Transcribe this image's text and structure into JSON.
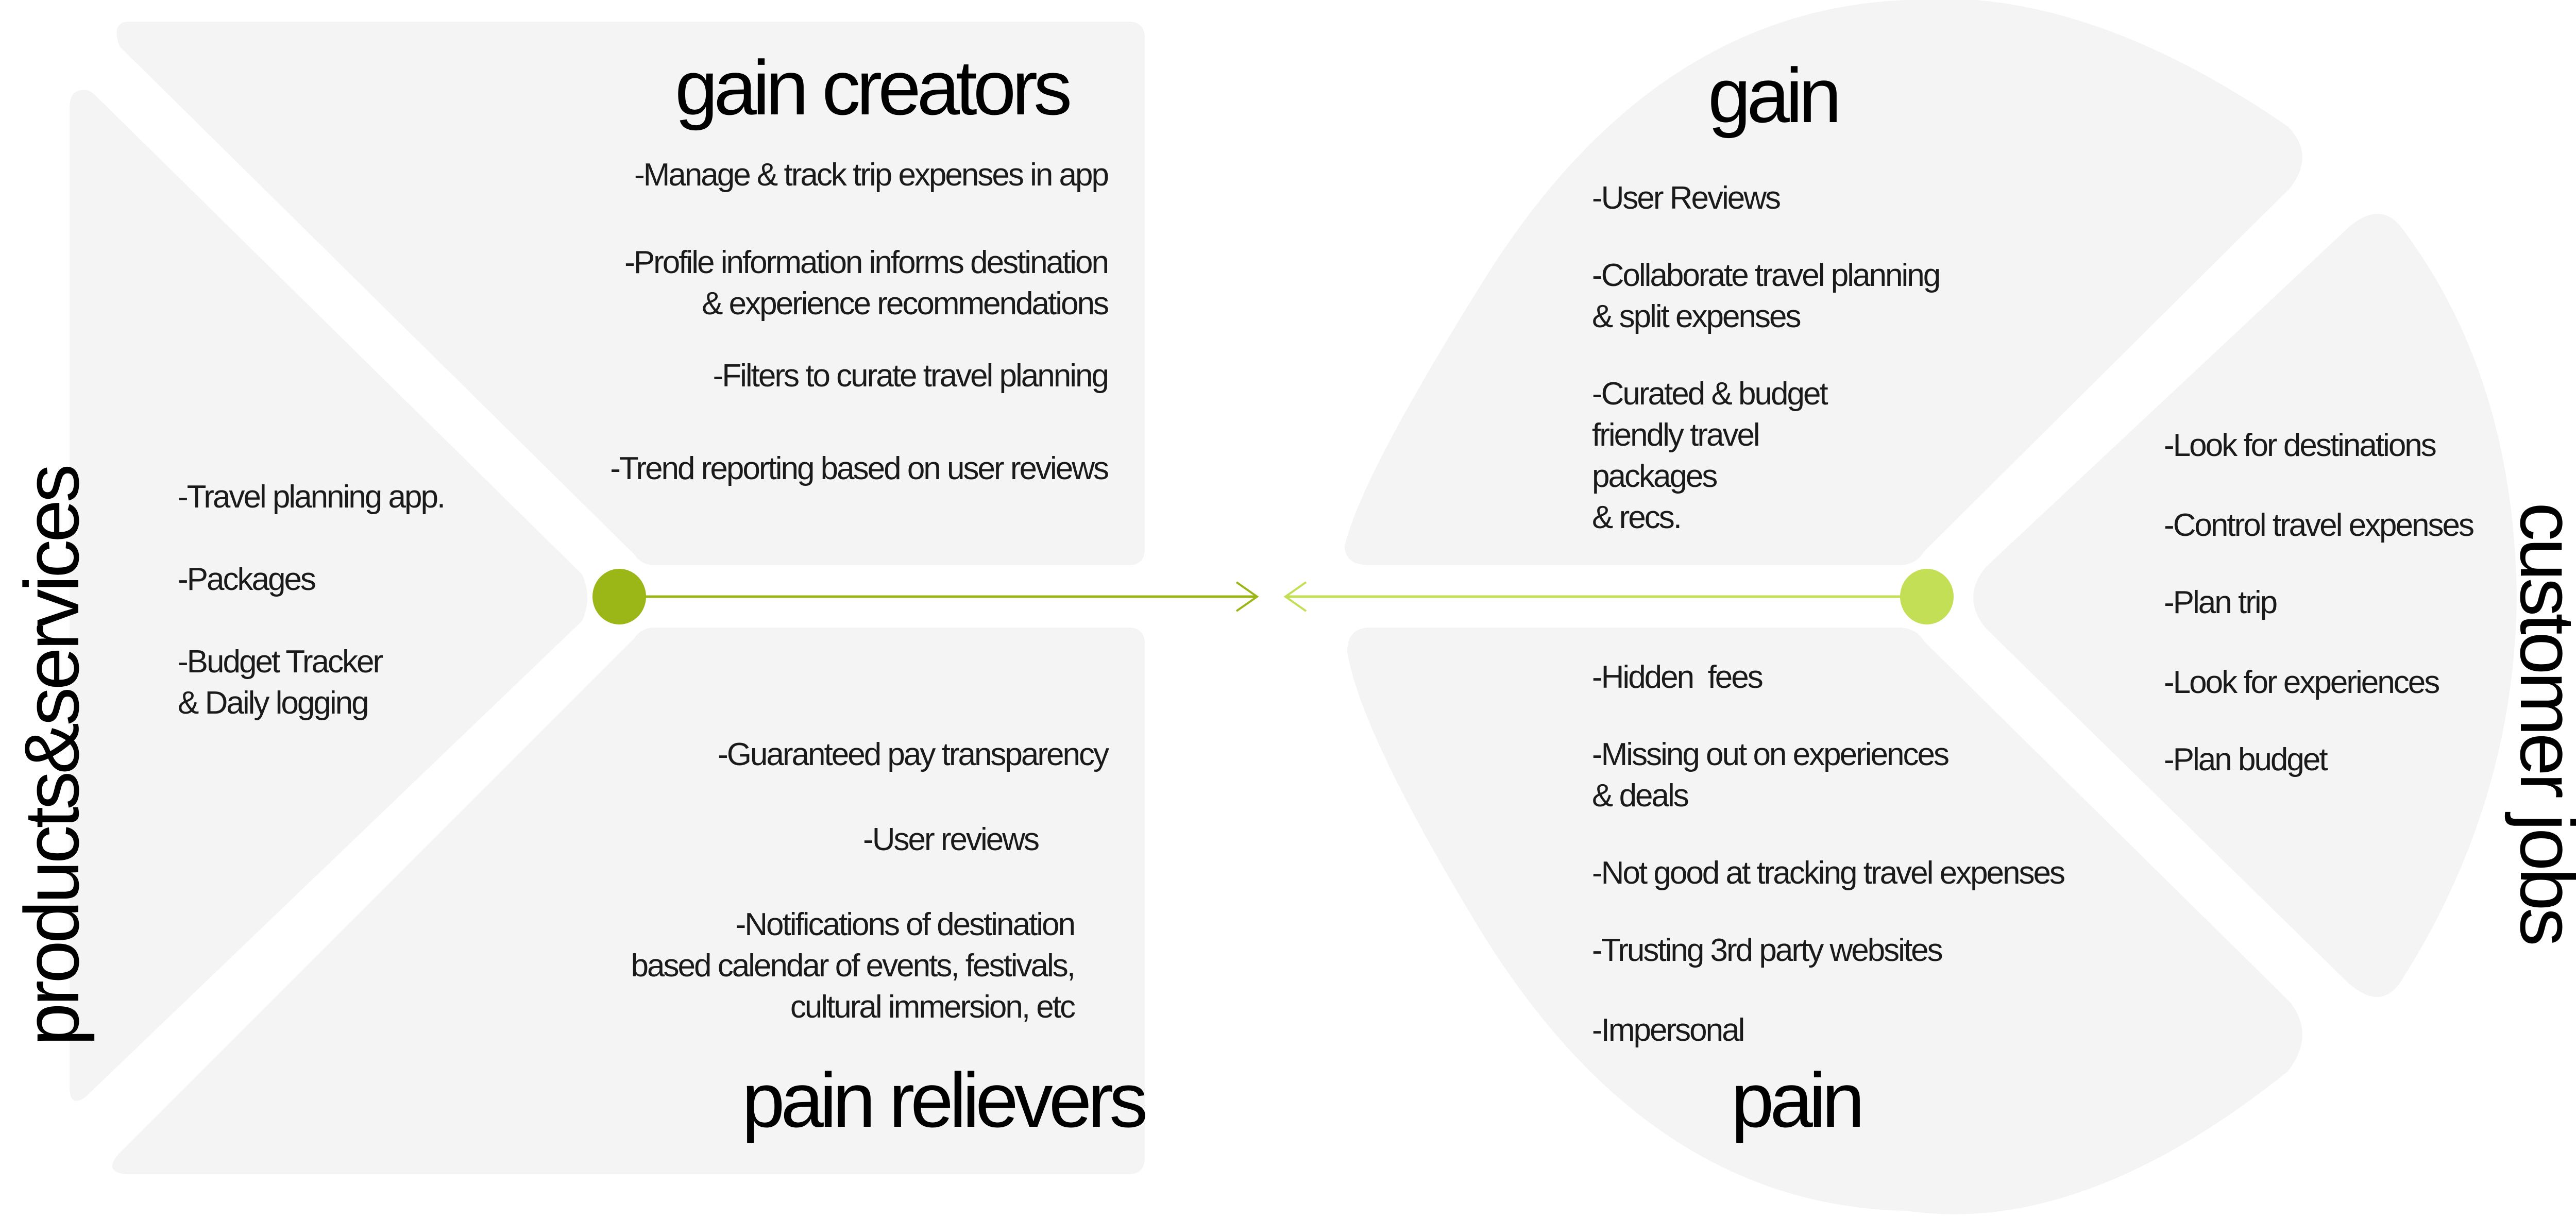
{
  "colors": {
    "panel": "#f4f4f4",
    "dot_left": "#9bb717",
    "dot_right": "#c3df55",
    "arrow_left": "#9bb717",
    "arrow_right": "#c3df55"
  },
  "value_map": {
    "title": "products&services",
    "gain_creators": {
      "title": "gain creators",
      "items": [
        "-Manage & track trip expenses in app",
        "-Profile information informs destination\n& experience recommendations",
        "-Filters to curate travel planning",
        "-Trend reporting based on user reviews"
      ]
    },
    "products_services": {
      "items": [
        "-Travel planning app.",
        "-Packages",
        "-Budget Tracker\n& Daily logging"
      ]
    },
    "pain_relievers": {
      "title": "pain relievers",
      "items": [
        "-Guaranteed pay transparency",
        "-User reviews",
        "-Notifications of destination\nbased calendar of events, festivals,\ncultural immersion, etc"
      ]
    }
  },
  "customer_profile": {
    "title": "customer jobs",
    "gain": {
      "title": "gain",
      "items": [
        "-User Reviews",
        "-Collaborate travel planning\n& split expenses",
        "-Curated & budget\nfriendly travel\npackages\n& recs."
      ]
    },
    "pain": {
      "title": "pain",
      "items": [
        "-Hidden  fees",
        "-Missing out on experiences\n& deals",
        "-Not good at tracking travel expenses",
        "-Trusting 3rd party websites",
        "-Impersonal"
      ]
    },
    "customer_jobs": {
      "items": [
        "-Look for destinations",
        "-Control travel expenses",
        "-Plan trip",
        "-Look for experiences",
        "-Plan budget"
      ]
    }
  }
}
